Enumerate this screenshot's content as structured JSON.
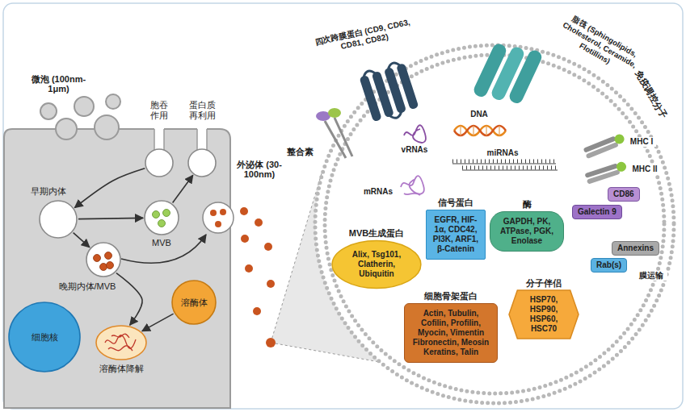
{
  "diagram": {
    "nodes": [
      {
        "text": [
          "胞吞 作用"
        ]
      },
      {
        "text": [
          "蛋白质 再利用"
        ]
      },
      {
        "text": [
          "早期内体"
        ]
      },
      {
        "text": [
          "MVB"
        ]
      },
      {
        "text": [
          "晚期内体/MVB"
        ]
      },
      {
        "text": [
          "溶酶体"
        ]
      },
      {
        "text": [
          "细胞核"
        ]
      },
      {
        "text": [
          "溶酶体降解"
        ]
      },
      {
        "text": [
          "MVB生成蛋白",
          "Alix, Tsg101, Clatherin, Ubiquitin"
        ]
      },
      {
        "text": [
          "信号蛋白",
          "EGFR, HIF-1α, CDC42, PI3K, ARF1, β-Catenin"
        ]
      },
      {
        "text": [
          "酶",
          "GAPDH, PK, ATPase, PGK, Enolase"
        ]
      },
      {
        "text": [
          "分子伴侣",
          "HSP70, HSP90, HSP60, HSC70"
        ]
      },
      {
        "text": [
          "细胞骨架蛋白",
          "Actin, Tubulin, Cofilin, Profilin, Myocin, Vimentin Fibronectin, Meosin Keratins, Talin"
        ]
      },
      {
        "text": [
          "CD86"
        ]
      },
      {
        "text": [
          "Galectin 9"
        ]
      },
      {
        "text": [
          "Annexins"
        ]
      },
      {
        "text": [
          "Rab(s)"
        ]
      }
    ],
    "edges": [
      {
        "from": 0,
        "to": 2,
        "arrow": "to"
      },
      {
        "from": 2,
        "to": 3,
        "arrow": "to"
      },
      {
        "from": 2,
        "to": 4,
        "arrow": "to"
      },
      {
        "from": 3,
        "to": 1,
        "arrow": "to"
      },
      {
        "from": 4,
        "to": 7,
        "arrow": "to"
      },
      {
        "from": 5,
        "to": 7,
        "arrow": "to"
      }
    ],
    "labels": [
      "微泡 (100nm-1μm)",
      "外泌体 (30-100nm)",
      "整合素",
      "四次跨膜蛋白 (CD9, CD63, CD81, CD82)",
      "DNA",
      "vRNAs",
      "miRNAs",
      "mRNAs",
      "脂筏 (Sphingolipids, Cholesterol, Ceramide, Flotillins)",
      "免疫调控分子",
      "MHC I",
      "MHC II",
      "膜运输"
    ]
  }
}
